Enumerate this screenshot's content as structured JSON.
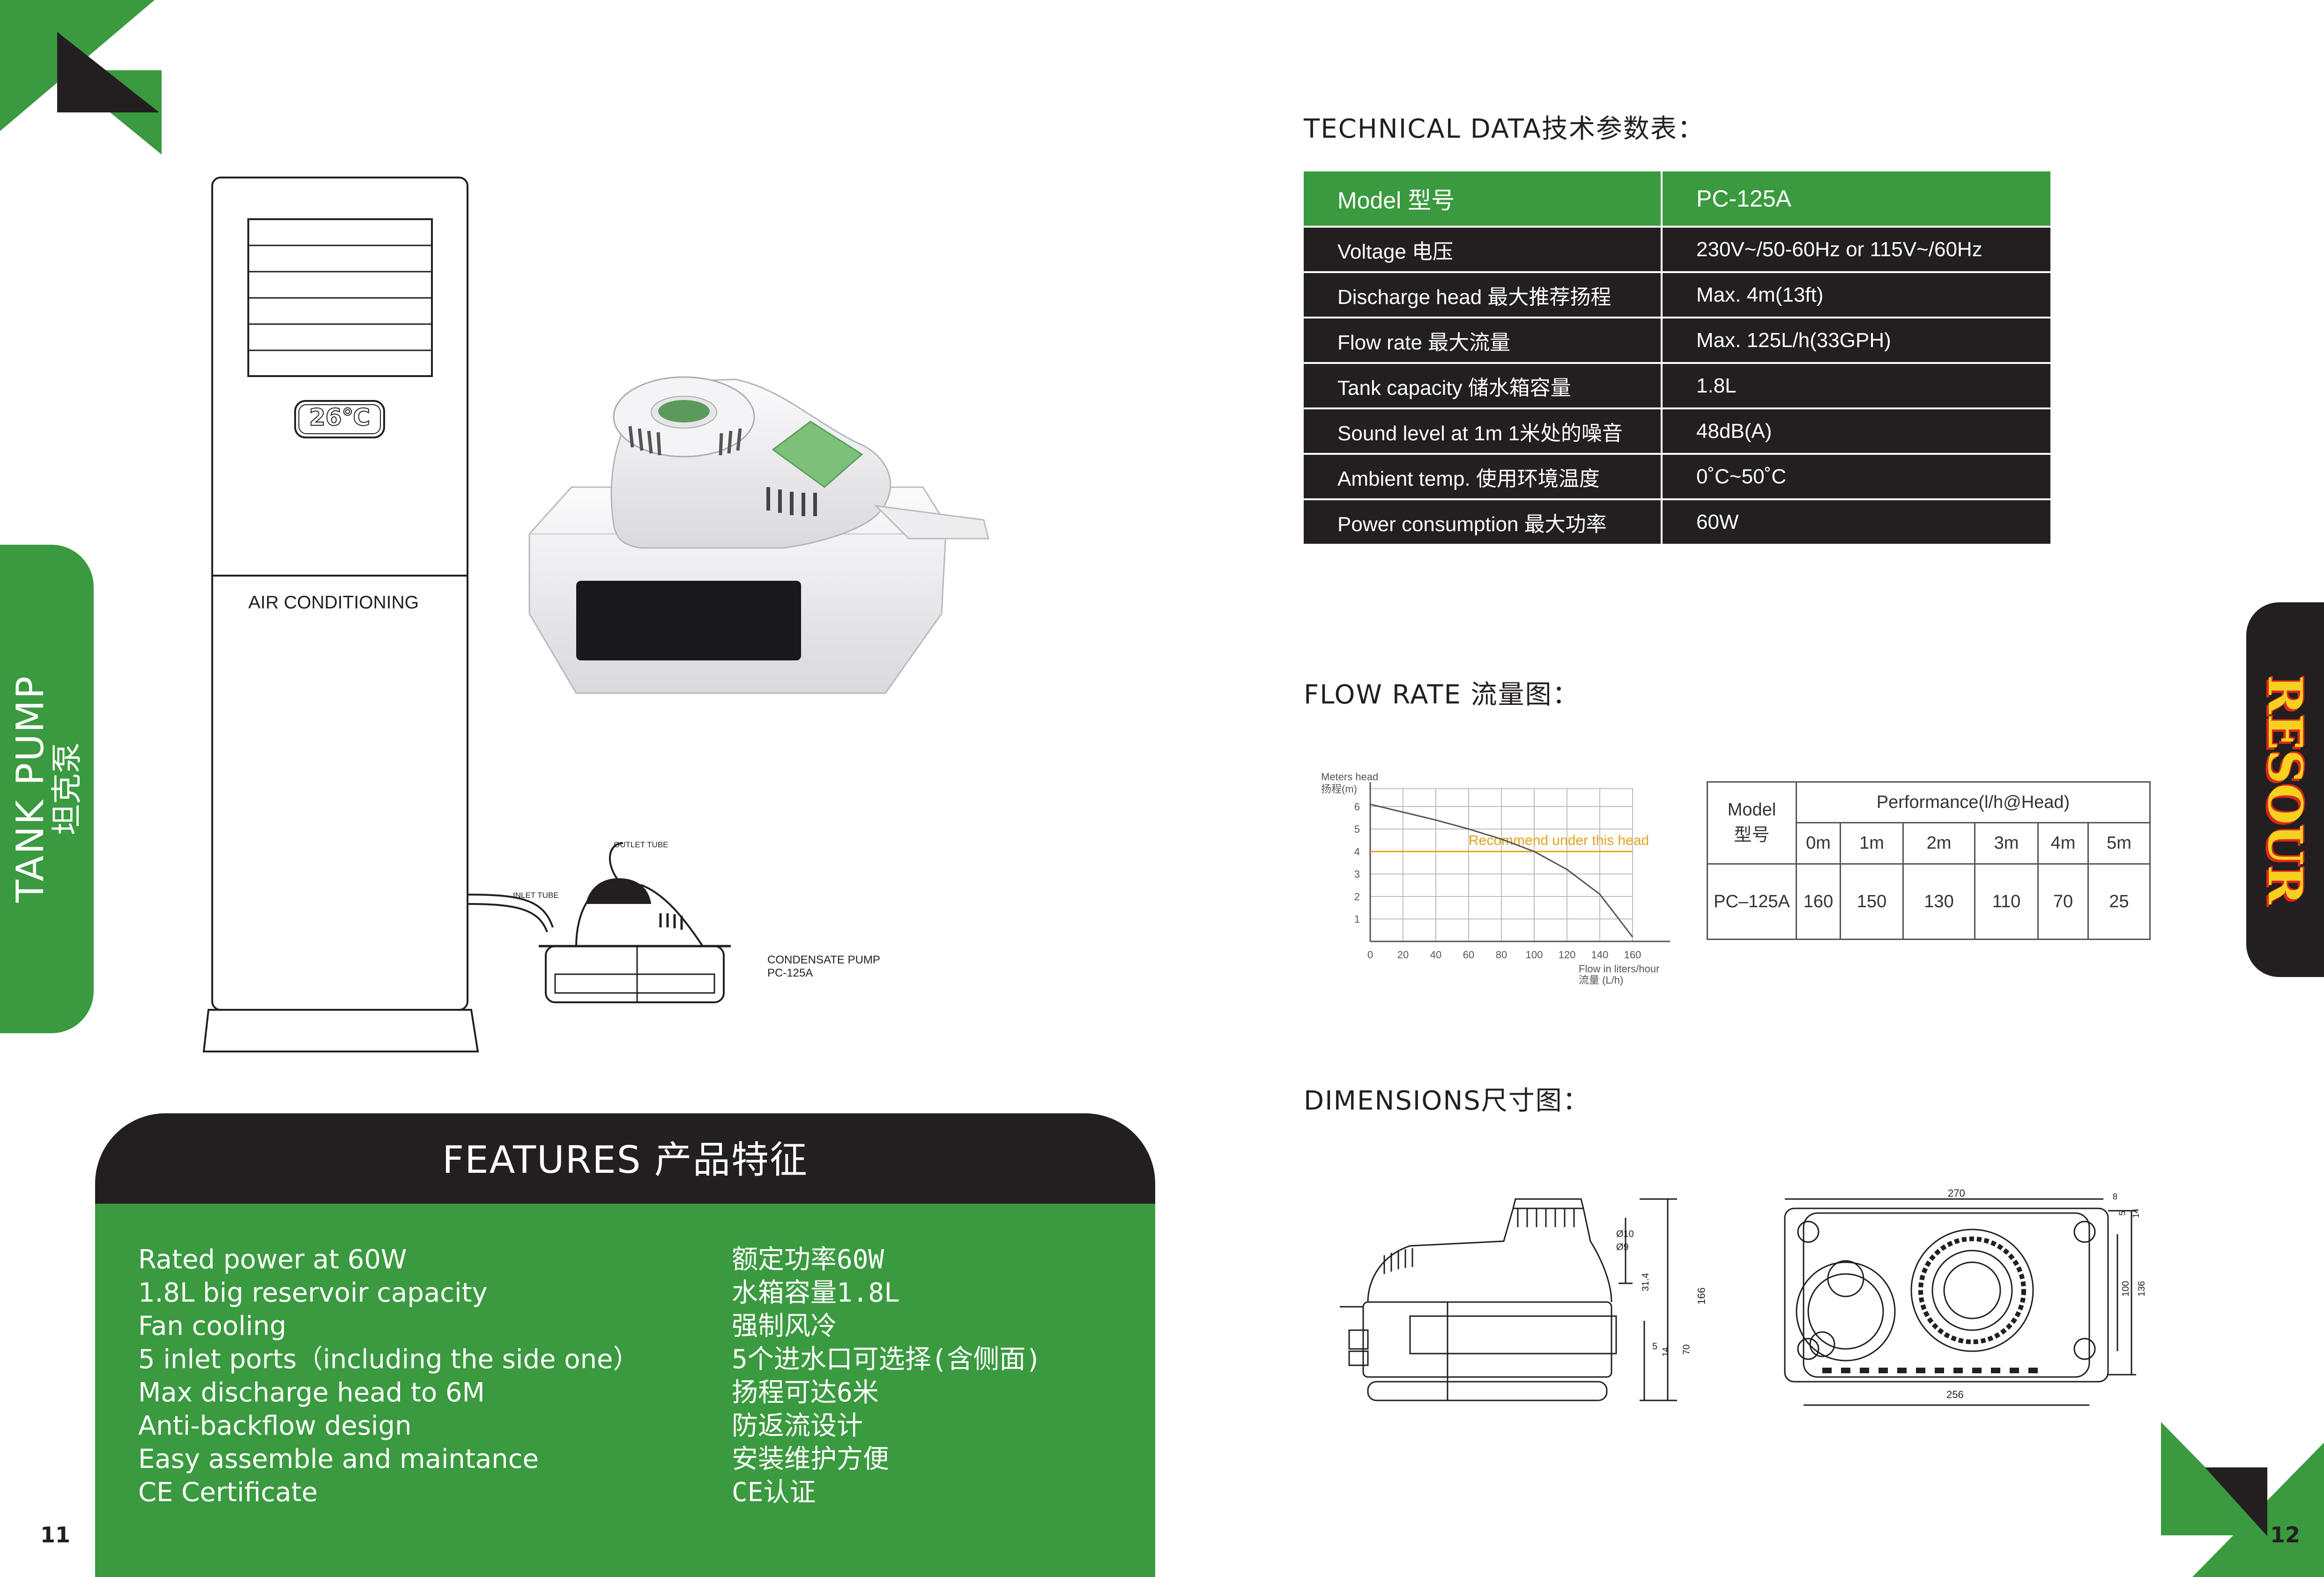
{
  "left_page": {
    "side_tab": {
      "title": "TANK PUMP",
      "subtitle": "坦克泵"
    },
    "ac_unit": {
      "display": "26℃",
      "label": "AIR CONDITIONING"
    },
    "install_diagram": {
      "outlet_label": "OUTLET TUBE",
      "inlet_label": "INLET TUBE",
      "pump_label": "CONDENSATE PUMP",
      "pump_model": "PC-125A"
    },
    "features": {
      "title": "FEATURES 产品特征",
      "items_en": [
        "Rated power at 60W",
        "1.8L big reservoir capacity",
        "Fan cooling",
        "5 inlet ports（including the side one）",
        "Max discharge head to 6M",
        "Anti-backflow design",
        "Easy assemble and maintance",
        "CE Certificate"
      ],
      "items_cn": [
        "额定功率60W",
        "水箱容量1.8L",
        "强制风冷",
        "5个进水口可选择(含侧面)",
        "扬程可达6米",
        "防返流设计",
        "安装维护方便",
        "CE认证"
      ]
    },
    "page_number": "11"
  },
  "right_page": {
    "tech_title": "TECHNICAL DATA技术参数表：",
    "tech_table": {
      "header": [
        "Model 型号",
        "PC-125A"
      ],
      "rows": [
        [
          "Voltage 电压",
          "230V~/50-60Hz or 115V~/60Hz"
        ],
        [
          "Discharge head 最大推荐扬程",
          "Max. 4m(13ft)"
        ],
        [
          "Flow rate 最大流量",
          "Max. 125L/h(33GPH)"
        ],
        [
          "Tank capacity 储水箱容量",
          "1.8L"
        ],
        [
          "Sound level at 1m 1米处的噪音",
          "48dB(A)"
        ],
        [
          "Ambient temp. 使用环境温度",
          "0˚C~50˚C"
        ],
        [
          "Power consumption 最大功率",
          "60W"
        ]
      ]
    },
    "flow_title": "FLOW RATE 流量图：",
    "dim_title": "DIMENSIONS尺寸图：",
    "brand_tab": "RESOUR",
    "performance_table": {
      "model_label": "Model",
      "model_label_cn": "型号",
      "header": "Performance(l/h@Head)",
      "heads": [
        "0m",
        "1m",
        "2m",
        "3m",
        "4m",
        "5m"
      ],
      "model": "PC–125A",
      "values": [
        "160",
        "150",
        "130",
        "110",
        "70",
        "25"
      ]
    },
    "dimensions": {
      "side_labels": [
        "Ø10",
        "Ø9",
        "31.4",
        "166",
        "5",
        "14",
        "70"
      ],
      "top_labels": [
        "270",
        "8",
        "5",
        "14",
        "100",
        "136",
        "256"
      ]
    },
    "page_number": "12"
  },
  "chart_data": {
    "type": "line",
    "title": "",
    "ylabel": "Meters head",
    "ylabel_cn": "扬程(m)",
    "xlabel": "Flow in liters/hour",
    "xlabel_cn": "流量 (L/h)",
    "xlim": [
      0,
      160
    ],
    "ylim": [
      0,
      6
    ],
    "x_ticks": [
      0,
      20,
      40,
      60,
      80,
      100,
      120,
      140,
      160
    ],
    "y_ticks": [
      1,
      2,
      3,
      4,
      5,
      6
    ],
    "x": [
      0,
      20,
      40,
      60,
      80,
      100,
      120,
      140,
      160
    ],
    "y": [
      6.1,
      5.75,
      5.4,
      5.0,
      4.55,
      4.0,
      3.2,
      2.1,
      0.2
    ],
    "annotation": "Recommend under this head",
    "recommend_head": 4,
    "grid": true,
    "colors": {
      "line": "#555555",
      "recommend": "#e0a21f",
      "grid": "#bdbdbd"
    }
  },
  "colors": {
    "green": "#3a9a3f",
    "dark": "#231f20",
    "red": "#e1251b",
    "yellow": "#f6d21f"
  }
}
